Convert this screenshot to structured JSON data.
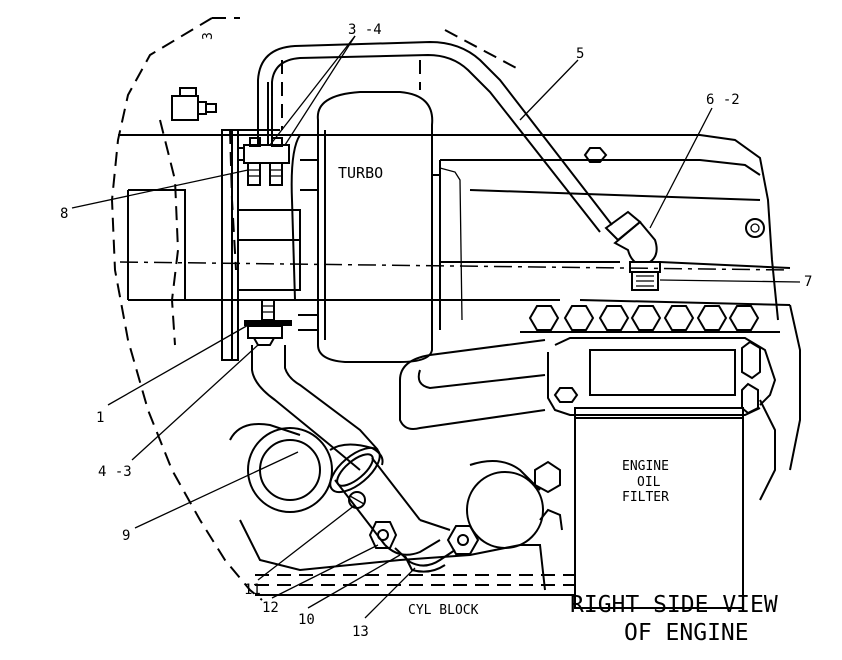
{
  "title": {
    "line1": "RIGHT SIDE VIEW",
    "line2": "OF ENGINE"
  },
  "component_labels": {
    "turbo": "TURBO",
    "filter_line1": "ENGINE",
    "filter_line2": "OIL",
    "filter_line3": "FILTER",
    "block": "CYL BLOCK"
  },
  "callouts": {
    "c1": "1",
    "c3_4": "3 -4",
    "c4_3": "4 -3",
    "c5": "5",
    "c6_2": "6 -2",
    "c7": "7",
    "c8": "8",
    "c9": "9",
    "c10": "10",
    "c11": "11",
    "c12": "12",
    "c13": "13",
    "c3": "3"
  }
}
